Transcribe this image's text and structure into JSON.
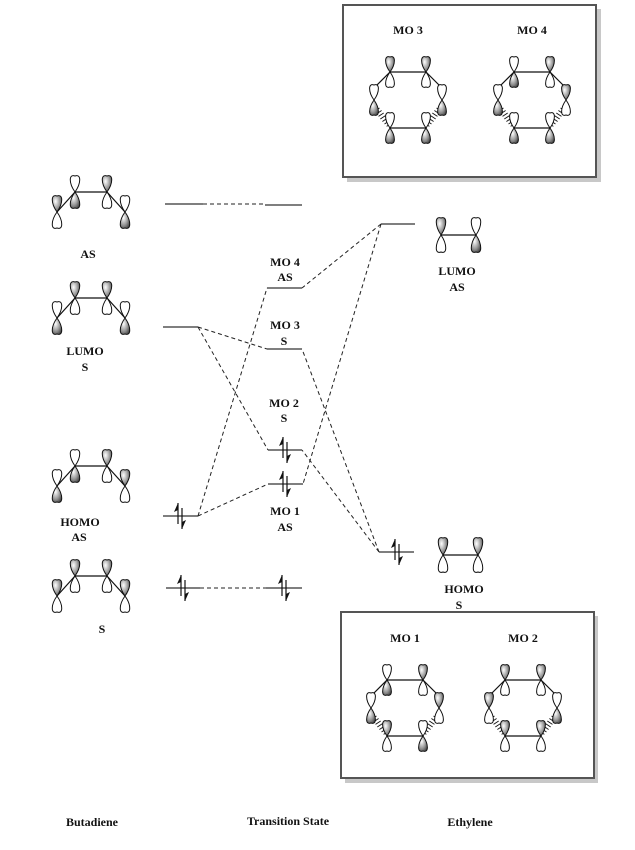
{
  "columns": {
    "left": "Butadiene",
    "middle": "Transition State",
    "right": "Ethylene"
  },
  "butadiene_orbitals": [
    {
      "label": "AS",
      "role": "",
      "pattern": "AS-high"
    },
    {
      "label": "S",
      "role": "LUMO",
      "pattern": "S-lumo"
    },
    {
      "label": "AS",
      "role": "HOMO",
      "pattern": "AS-homo"
    },
    {
      "label": "S",
      "role": "",
      "pattern": "S-low"
    }
  ],
  "ethylene_orbitals": [
    {
      "label": "AS",
      "role": "LUMO"
    },
    {
      "label": "S",
      "role": "HOMO"
    }
  ],
  "ts_orbitals": [
    {
      "name": "MO 4",
      "sym": "AS",
      "occupied": false
    },
    {
      "name": "MO 3",
      "sym": "S",
      "occupied": false
    },
    {
      "name": "MO 2",
      "sym": "S",
      "occupied": true
    },
    {
      "name": "MO 1",
      "sym": "AS",
      "occupied": true
    }
  ],
  "inset_top": {
    "titles": [
      "MO 3",
      "MO 4"
    ]
  },
  "inset_bottom": {
    "titles": [
      "MO 1",
      "MO 2"
    ]
  },
  "colors": {
    "lobe_shade_light": "#ffffff",
    "lobe_shade_dark": "#444444",
    "box_border": "#555555",
    "box_shadow": "#c8c8c8"
  }
}
